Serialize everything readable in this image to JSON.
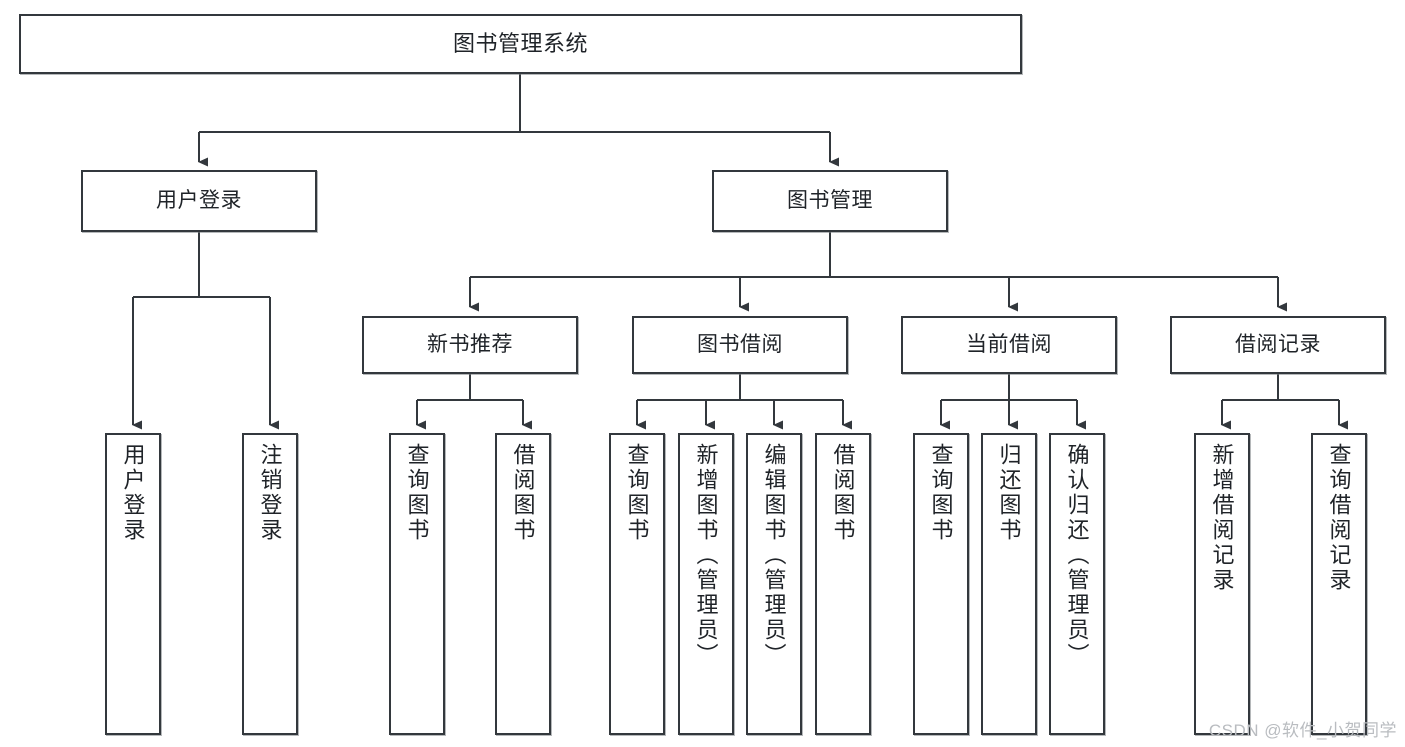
{
  "diagram": {
    "title": "图书管理系统",
    "type": "tree",
    "stroke_color": "#33383d",
    "fill_color": "#ffffff",
    "text_color": "#1f2328",
    "watermark": "CSDN @软件_小贺同学",
    "nodes": {
      "root": {
        "label": "图书管理系统"
      },
      "l2": [
        {
          "label": "用户登录"
        },
        {
          "label": "图书管理"
        }
      ],
      "l3": [
        {
          "label": "新书推荐"
        },
        {
          "label": "图书借阅"
        },
        {
          "label": "当前借阅"
        },
        {
          "label": "借阅记录"
        }
      ],
      "leaves": {
        "user_login": [
          {
            "label": "用户登录"
          },
          {
            "label": "注销登录"
          }
        ],
        "new_book": [
          {
            "label": "查询图书"
          },
          {
            "label": "借阅图书"
          }
        ],
        "borrow_book": [
          {
            "label": "查询图书"
          },
          {
            "label": "新增图书（管理员）"
          },
          {
            "label": "编辑图书（管理员）"
          },
          {
            "label": "借阅图书"
          }
        ],
        "current_borrow": [
          {
            "label": "查询图书"
          },
          {
            "label": "归还图书"
          },
          {
            "label": "确认归还（管理员）"
          }
        ],
        "borrow_record": [
          {
            "label": "新增借阅记录"
          },
          {
            "label": "查询借阅记录"
          }
        ]
      }
    }
  }
}
